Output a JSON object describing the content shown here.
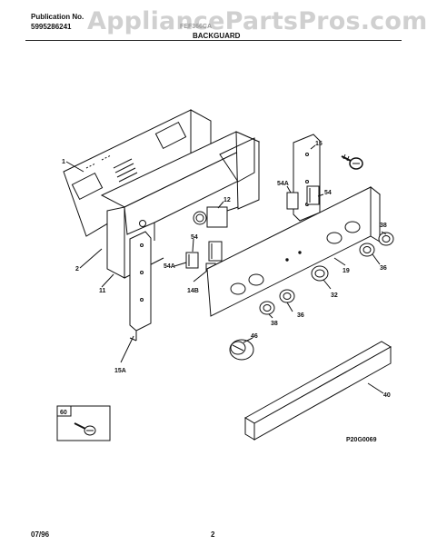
{
  "header": {
    "publication_label": "Publication No.",
    "publication_number": "5995286241",
    "model_code": "FEF366CA",
    "section_title": "BACKGUARD"
  },
  "watermark": "AppliancePartsPros.com",
  "callouts": {
    "c1": "1",
    "c2": "2",
    "c11": "11",
    "c12": "12",
    "c14b": "14B",
    "c15a": "15A",
    "c15": "15",
    "c54a_left": "54A",
    "c54a_right": "54A",
    "c54_left": "54",
    "c54_right": "54",
    "c38_top": "38",
    "c36_top": "36",
    "c19": "19",
    "c32": "32",
    "c38_left": "38",
    "c36_left": "36",
    "c46": "46",
    "c40": "40",
    "c60": "60"
  },
  "drawing_code": "P20G0069",
  "footer": {
    "date": "07/96",
    "page": "2"
  },
  "colors": {
    "line": "#111111",
    "watermark": "#d0d0d0"
  }
}
